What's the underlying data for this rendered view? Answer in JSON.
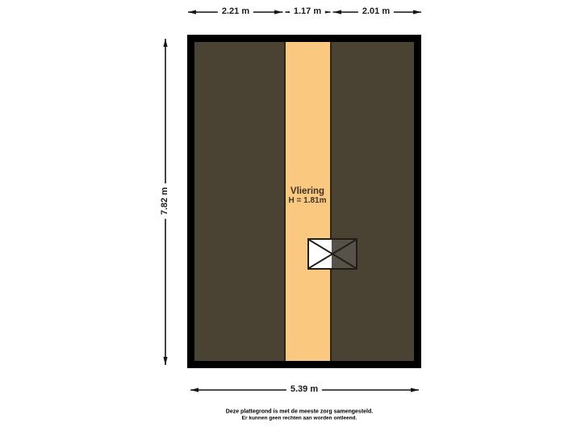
{
  "room": {
    "name": "Vliering",
    "height": "H = 1.81m"
  },
  "dimensions": {
    "top_segments": [
      {
        "label": "2.21 m"
      },
      {
        "label": "1.17 m"
      },
      {
        "label": "2.01 m"
      }
    ],
    "left": {
      "label": "7.82 m"
    },
    "bottom": {
      "label": "5.39 m"
    }
  },
  "disclaimer": {
    "line1": "Deze plattegrond is met de meeste zorg samengesteld.",
    "line2": "Er kunnen geen rechten aan worden ontleend."
  },
  "colors": {
    "background": "#ffffff",
    "wall": "#000000",
    "low_headroom_area": "#4a4334",
    "floor_strip": "#fac87e",
    "strip_outline": "#2b2517",
    "hatch_fill_light": "#ffffff",
    "hatch_fill_dark": "#56524a",
    "hatch_outline": "#221d15",
    "dimension_line": "#141414",
    "label_background": "#ffffff",
    "label_text": "#1b1b1b",
    "room_label_text": "#3b3329",
    "disclaimer_text": "#000000"
  }
}
